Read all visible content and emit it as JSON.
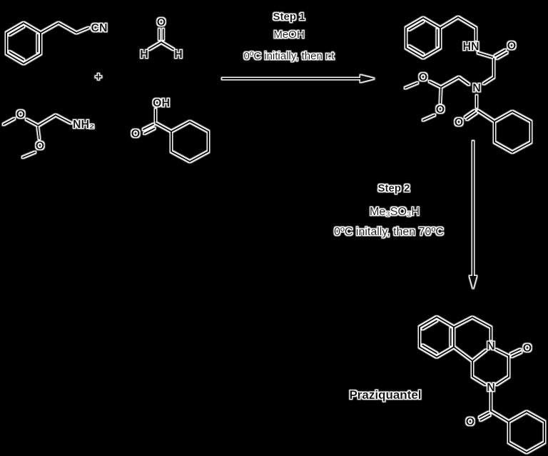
{
  "colors": {
    "background": "#000000",
    "ink": "#0f0f0f",
    "halo": "#ffffff"
  },
  "reaction": {
    "plus_sign": "+",
    "step1": {
      "title": "Step 1",
      "solvent": "MeOH",
      "conditions": "0ºC initially, then r.t"
    },
    "step2": {
      "title": "Step 2",
      "reagent": "Me₃SO₃H",
      "conditions": "0ºC initally, then 70ºC"
    },
    "product_name": "Praziquantel"
  },
  "atom_labels": {
    "nitrile_cn": "CN",
    "formaldehyde_o": "O",
    "formaldehyde_h_left": "H",
    "formaldehyde_h_right": "H",
    "acetal_o_top": "O",
    "acetal_o_bottom": "O",
    "acetal_nh2": "NH₂",
    "acid_oh": "OH",
    "acid_o": "O",
    "inter_hn": "HN",
    "inter_o_amide": "O",
    "inter_n": "N",
    "inter_o_methoxy_top": "O",
    "inter_o_methoxy_bottom": "O",
    "inter_o_acyl": "O",
    "pzq_n_top": "N",
    "pzq_o_lactam": "O",
    "pzq_n_bottom": "N",
    "pzq_o_acyl": "O"
  }
}
